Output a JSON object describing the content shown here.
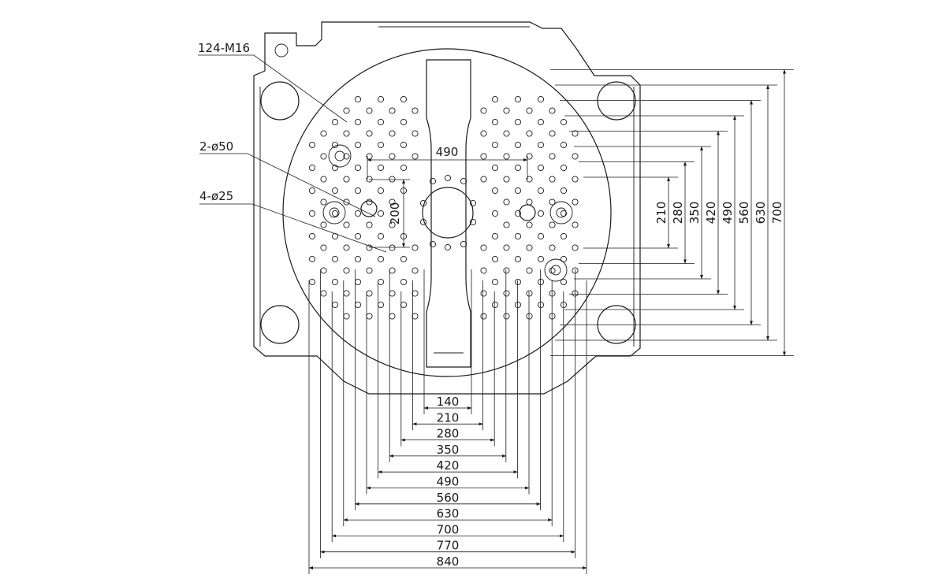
{
  "callouts": {
    "tapped_holes": "124-M16",
    "large_holes": "2-ø50",
    "medium_holes": "4-ø25"
  },
  "center_dims": {
    "top_span": "490",
    "vertical_span": "200"
  },
  "vertical_dims": [
    "210",
    "280",
    "350",
    "420",
    "490",
    "560",
    "630",
    "700"
  ],
  "horizontal_dims": [
    "140",
    "210",
    "280",
    "350",
    "420",
    "490",
    "560",
    "630",
    "700",
    "770",
    "840"
  ]
}
